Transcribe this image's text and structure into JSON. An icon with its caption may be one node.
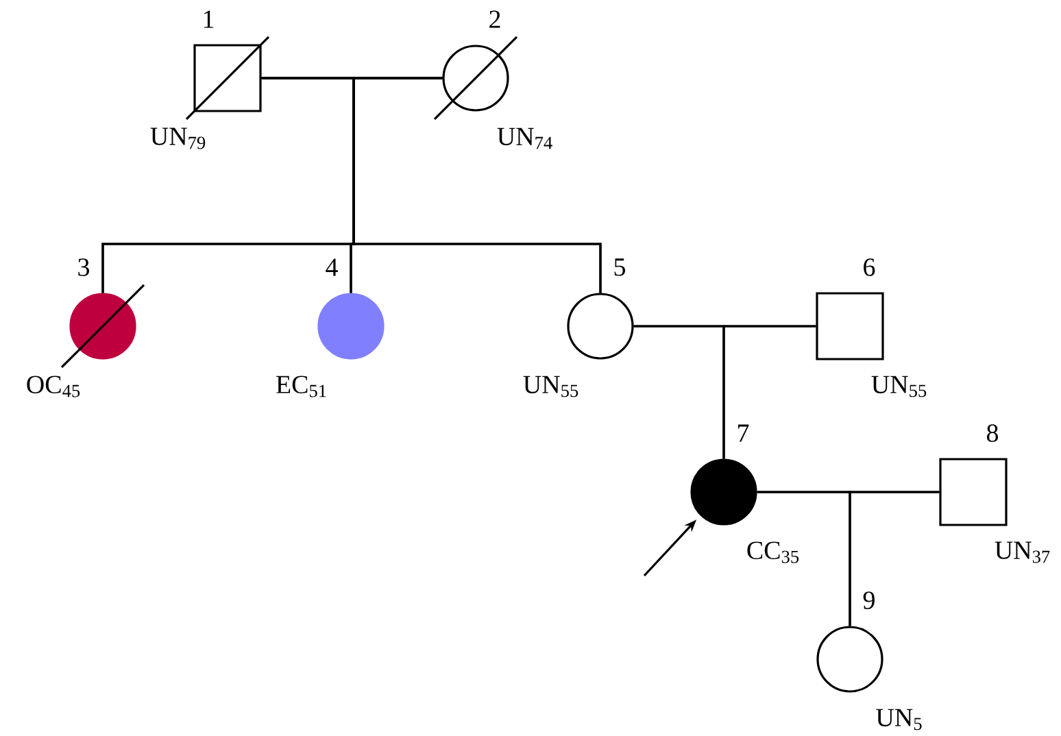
{
  "diagram": {
    "nodes": [
      {
        "text": [
          "1",
          "UN$_{79}$"
        ]
      },
      {
        "text": [
          "2",
          "UN$_{74}$"
        ]
      },
      {
        "text": [
          "3",
          "OC$_{45}$"
        ]
      },
      {
        "text": [
          "4",
          "EC$_{51}$"
        ]
      },
      {
        "text": [
          "5",
          "UN$_{55}$"
        ]
      },
      {
        "text": [
          "6",
          "UN$_{55}$"
        ]
      },
      {
        "text": [
          "7",
          "CC$_{35}$"
        ]
      },
      {
        "text": [
          "8",
          "UN$_{37}$"
        ]
      },
      {
        "text": [
          "9",
          "UN$_{5}$"
        ]
      }
    ],
    "edges": [
      {
        "from": 0,
        "to": 1,
        "arrow": "none"
      },
      {
        "from": 0,
        "to": 2,
        "arrow": "none"
      },
      {
        "from": 0,
        "to": 3,
        "arrow": "none"
      },
      {
        "from": 0,
        "to": 4,
        "arrow": "none"
      },
      {
        "from": 1,
        "to": 2,
        "arrow": "none"
      },
      {
        "from": 1,
        "to": 3,
        "arrow": "none"
      },
      {
        "from": 1,
        "to": 4,
        "arrow": "none"
      },
      {
        "from": 4,
        "to": 5,
        "arrow": "none"
      },
      {
        "from": 4,
        "to": 6,
        "arrow": "none"
      },
      {
        "from": 5,
        "to": 6,
        "arrow": "none"
      },
      {
        "from": 6,
        "to": 7,
        "arrow": "none"
      },
      {
        "from": 6,
        "to": 8,
        "arrow": "none"
      },
      {
        "from": 7,
        "to": 8,
        "arrow": "none"
      },
      {
        "from": null,
        "to": 6,
        "arrow": "to"
      }
    ]
  }
}
